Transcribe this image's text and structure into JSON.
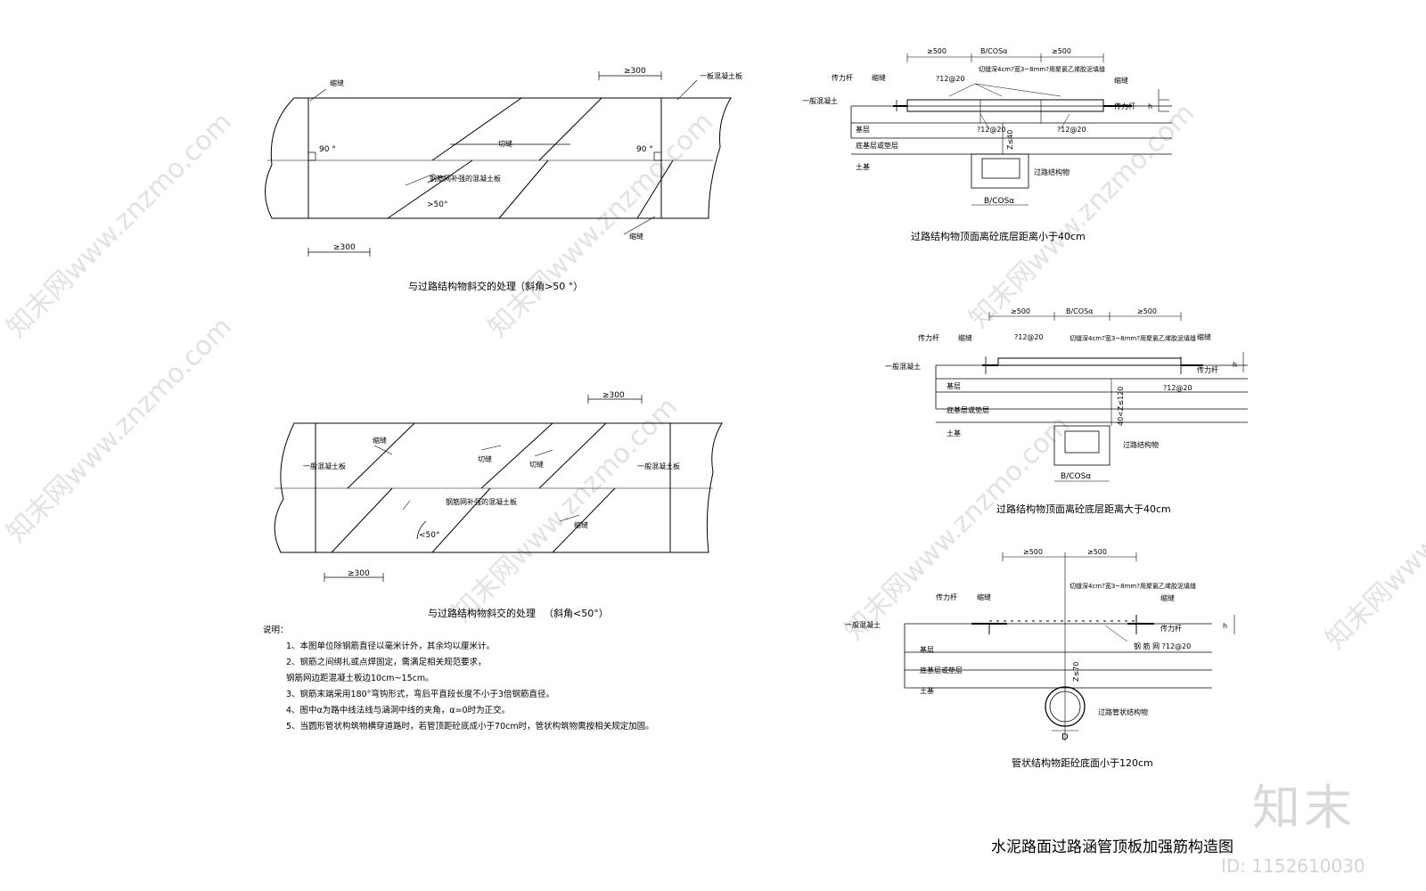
{
  "watermark": {
    "text": "知末网www.znzmo.com"
  },
  "plan_a": {
    "caption": "与过路结构物斜交的处理",
    "caption_note": "（斜角>50 °）",
    "label_suoфeng": "缩缝",
    "label_slab": "一板混凝土板",
    "label_qiefeng": "切缝",
    "label_mesh": "钢筋网补强的混凝土板",
    "angle_90": "90 °",
    "angle_50": ">50°",
    "dim_300": "≥300"
  },
  "plan_b": {
    "caption": "与过路结构物斜交的处理",
    "caption_note": "（斜角<50°）",
    "label_normal_slab": "一般混凝土板",
    "label_suofeng": "缩缝",
    "label_qiefeng": "切缝",
    "label_mesh": "钢筋网补强的混凝土板",
    "angle_50": "<50°",
    "dim_300": "≥300"
  },
  "section_1": {
    "caption": "过路结构物顶面离砼底层距离小于40cm",
    "dim_500": "≥500",
    "dim_b": "B/COSα",
    "rebar": "?12@20",
    "cut_note": "切缝深4cm?宽3~8mm?用聚氯乙烯胶泥填缝",
    "dowel": "传力杆",
    "suofeng": "缩缝",
    "normal_concrete": "一般混凝土",
    "base": "基层",
    "subbase": "底基层或垫层",
    "soil": "土基",
    "structure": "过路结构物",
    "z_dim": "Z≤40",
    "h": "h"
  },
  "section_2": {
    "caption": "过路结构物顶面离砼底层距离大于40cm",
    "dim_500": "≥500",
    "dim_b": "B/COSα",
    "rebar": "?12@20",
    "cut_note": "切缝深4cm?宽3~8mm?用聚氯乙烯胶泥填缝",
    "dowel": "传力杆",
    "suofeng": "缩缝",
    "normal_concrete": "一般混凝土",
    "base": "基层",
    "subbase": "底基层或垫层",
    "soil": "土基",
    "structure": "过路结构物",
    "z_dim": "40<Z≤120",
    "h": "h"
  },
  "section_3": {
    "caption": "管状结构物距砼底面小于120cm",
    "dim_500": "≥500",
    "cut_note": "切缝深4cm?宽3~8mm?用聚氯乙烯胶泥填缝",
    "dowel": "传力杆",
    "suofeng": "缩缝",
    "normal_concrete": "一般混凝土",
    "mesh": "钢 筋 网 ?12@20",
    "base": "基层",
    "subbase": "底基层或垫层",
    "soil": "土基",
    "structure": "过路管状结构物",
    "z_dim": "Z≤70",
    "d": "D",
    "h": "h"
  },
  "notes": {
    "heading": "说明：",
    "items": [
      "1、本图单位除钢筋直径以毫米计外，其余均以厘米计。",
      "2、钢筋之间绑扎或点焊固定，需满足相关规范要求，",
      "    钢筋网边距混凝土板边10cm~15cm。",
      "3、钢筋末端采用180°弯钩形式，弯后平直段长度不小于3倍钢筋直径。",
      "4、图中α为路中线法线与涵洞中线的夹角，α=0时为正交。",
      "5、当圆形管状构筑物横穿道路时，若管顶距砼底成小于70cm时，管状构筑物需按相关规定加固。"
    ]
  },
  "main_title": "水泥路面过路涵管顶板加强筋构造图",
  "brand": "知末",
  "page_id": "ID: 1152610030"
}
